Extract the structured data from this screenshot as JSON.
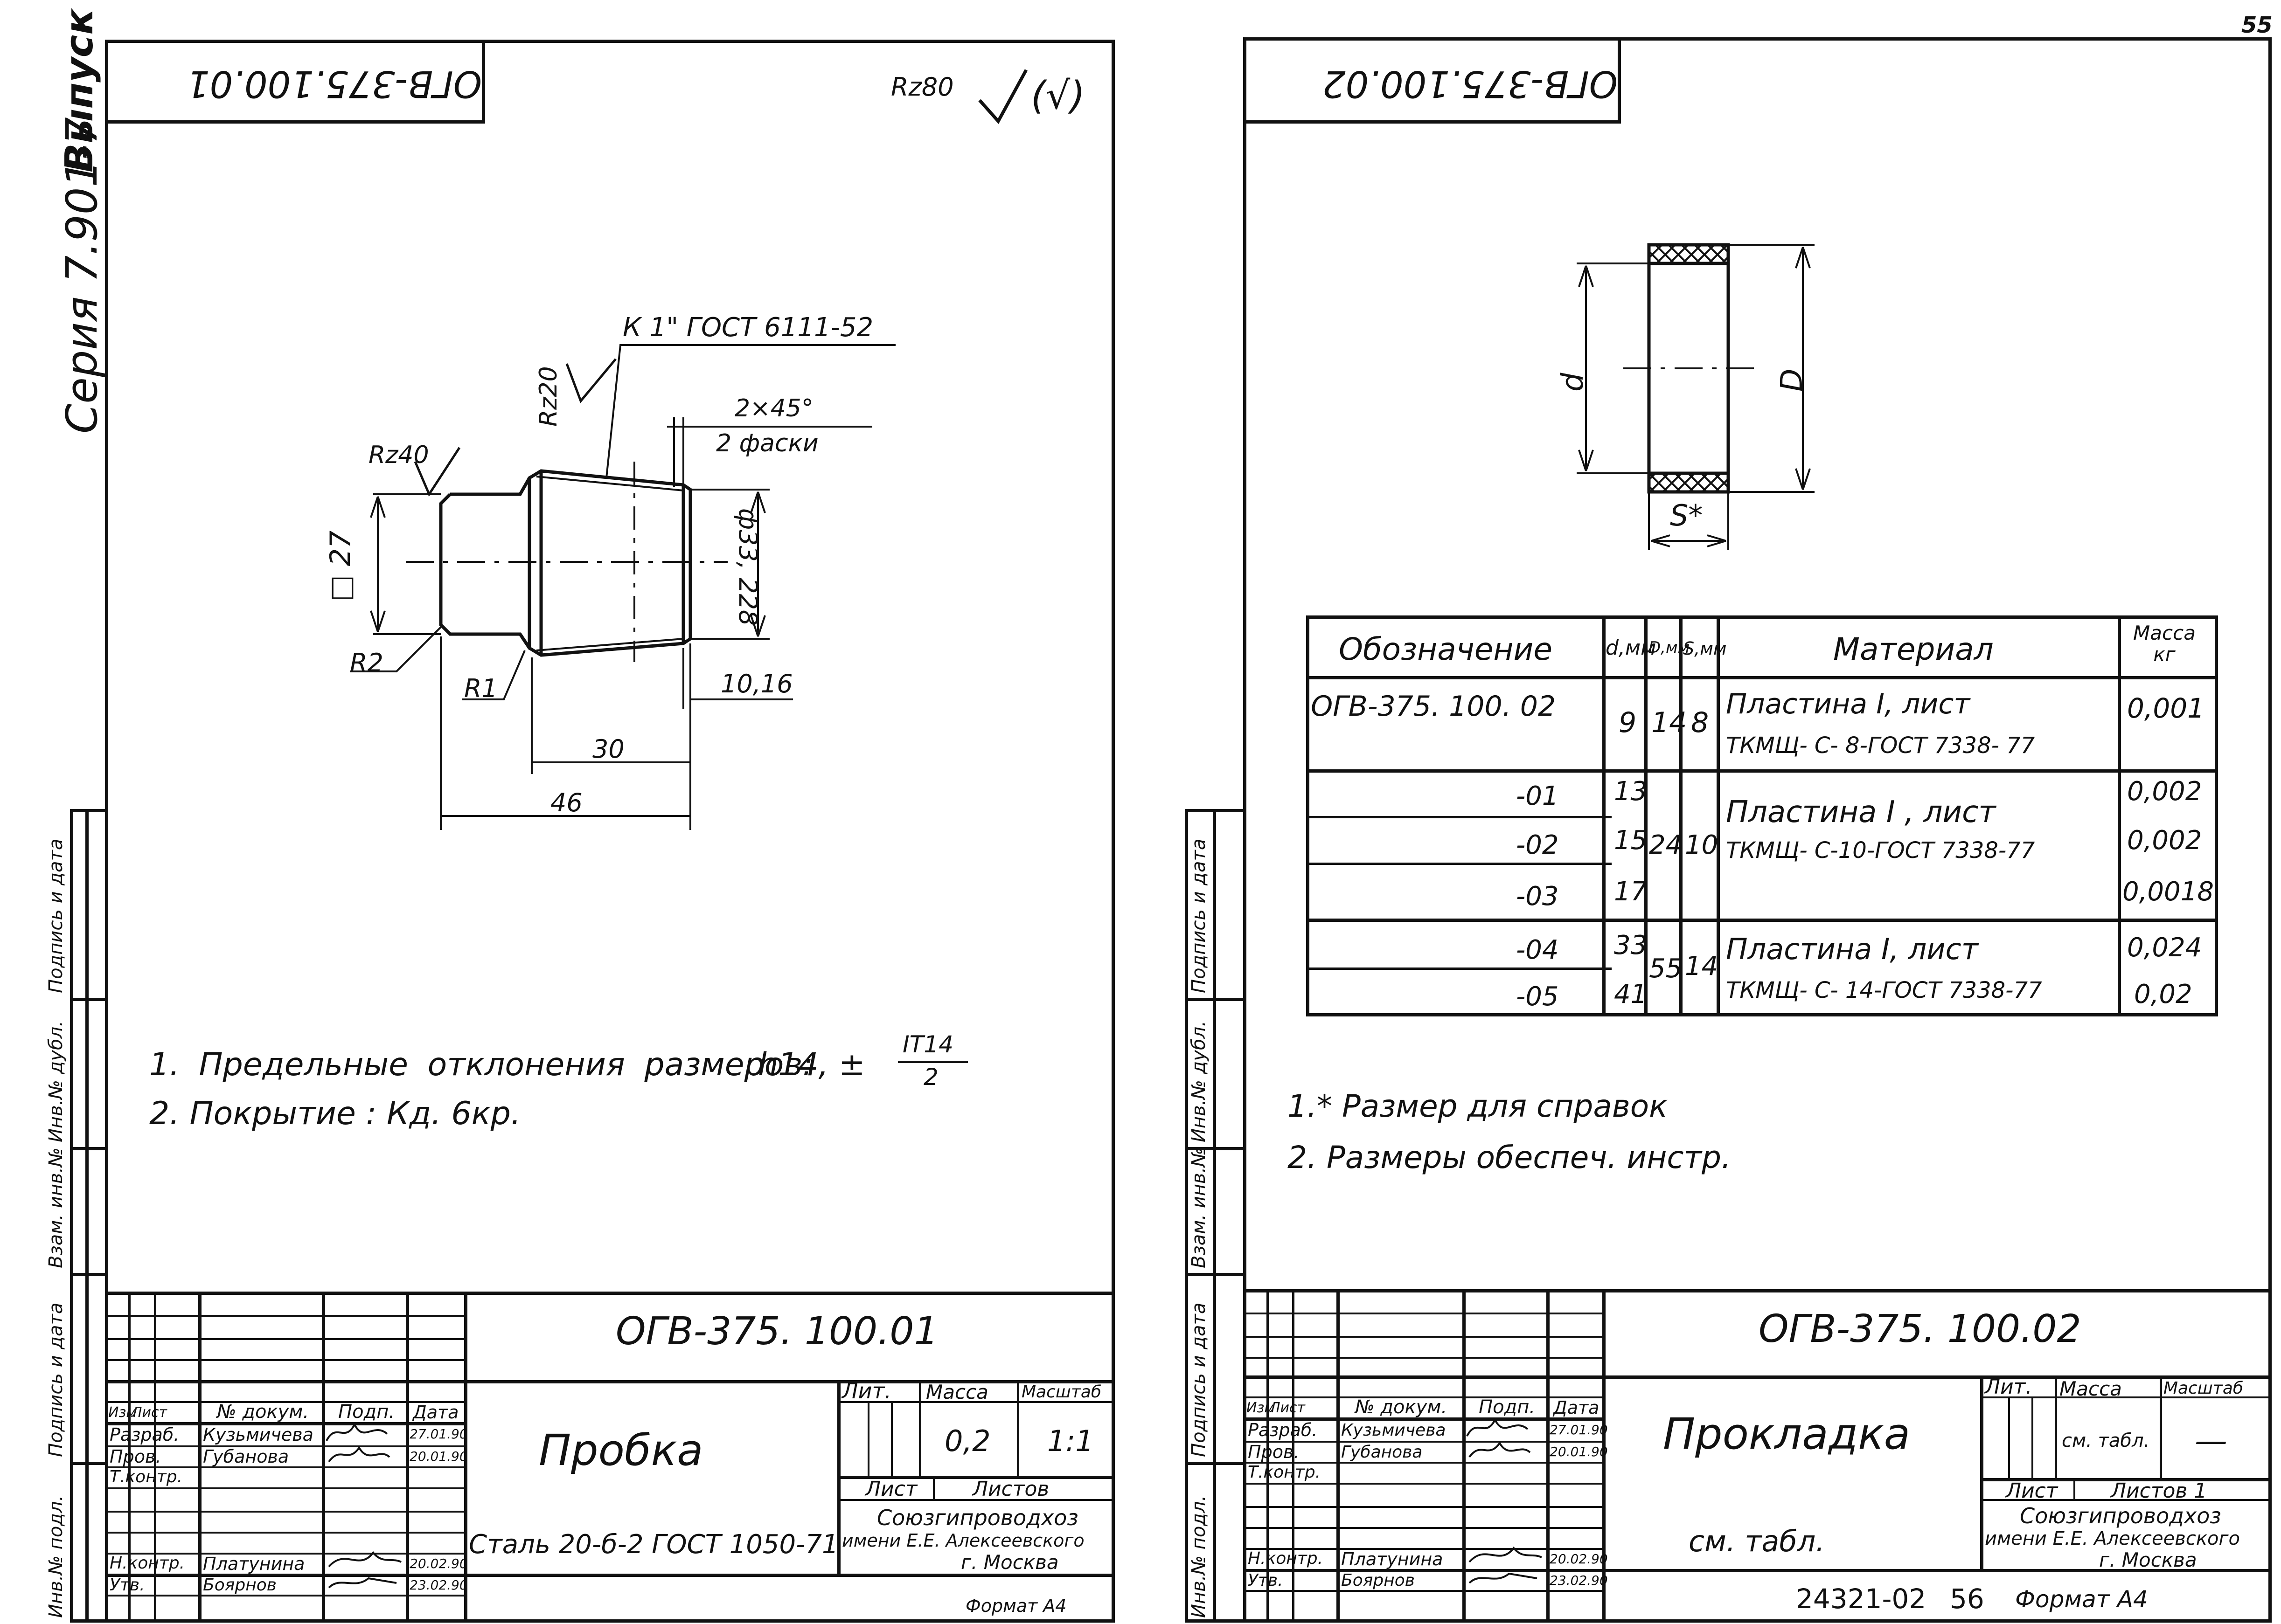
{
  "page_number": "55",
  "series": {
    "seriya": "Серия 7.901-7",
    "vypusk": "Выпуск 1"
  },
  "left_sheet": {
    "header_code": "ОГВ-375.100.01",
    "roughness_general": "Rz80",
    "roughness_paren": "(√)",
    "dims": {
      "thread": "К 1\" ГОСТ 6111-52",
      "rz20": "Rz20",
      "rz40": "Rz40",
      "chamfer": "2×45°",
      "chamfer_count": "2 фаски",
      "square": "□ 27",
      "diameter": "ф33, 228",
      "r2": "R2",
      "r1": "R1",
      "d1016": "10,16",
      "d30": "30",
      "d46": "46"
    },
    "notes": {
      "n1": "1. Предельные отклонения размеров:",
      "n1_tol": "h14, ±",
      "n1_frac_num": "IT14",
      "n1_frac_den": "2",
      "n2": "2. Покрытие : Кд. 6кр."
    },
    "title_block": {
      "code": "ОГВ-375. 100.01",
      "name": "Пробка",
      "material": "Сталь 20-б-2 ГОСТ 1050-71",
      "lit_label": "Лит.",
      "massa_label": "Масса",
      "masshtab_label": "Масштаб",
      "massa_value": "0,2",
      "masshtab_value": "1:1",
      "list_label": "Лист",
      "listov_label": "Листов",
      "org1": "Союзгипроводхоз",
      "org2": "имени Е.Е. Алексеевского",
      "org3": "г. Москва",
      "format": "Формат А4",
      "headers": [
        "Изм",
        "Лист",
        "№ докум.",
        "Подп.",
        "Дата"
      ],
      "rows": [
        {
          "role": "Разраб.",
          "name": "Кузьмичева",
          "date": "27.01.90"
        },
        {
          "role": "Пров.",
          "name": "Губанова",
          "date": "20.01.90"
        },
        {
          "role": "Т.контр.",
          "name": "",
          "date": ""
        },
        {
          "role": "Н.контр.",
          "name": "Платунина",
          "date": "20.02.90"
        },
        {
          "role": "Утв.",
          "name": "Боярнов",
          "date": "23.02.90"
        }
      ]
    }
  },
  "right_sheet": {
    "header_code": "ОГВ-375.100.02",
    "dims": {
      "d": "d",
      "D": "D",
      "S": "S*"
    },
    "table": {
      "headers": [
        "Обозначение",
        "d,мм",
        "D,мм",
        "S,мм",
        "Материал",
        "Масса кг"
      ],
      "rows": [
        {
          "oboz": "ОГВ-375. 100. 02",
          "d": "9",
          "D": "14",
          "S": "8",
          "mat1": "Пластина I, лист",
          "mat2": "ТКМЩ- С- 8-ГОСТ 7338- 77",
          "m": "0,001"
        },
        {
          "oboz": "-01",
          "d": "13",
          "m": "0,002"
        },
        {
          "oboz": "-02",
          "d": "15",
          "D": "24",
          "S": "10",
          "mat1": "Пластина I , лист",
          "mat2": "ТКМЩ- С-10-ГОСТ 7338-77",
          "m": "0,002"
        },
        {
          "oboz": "-03",
          "d": "17",
          "m": "0,0018"
        },
        {
          "oboz": "-04",
          "d": "33",
          "m": "0,024"
        },
        {
          "oboz": "-05",
          "d": "41",
          "D": "55",
          "S": "14",
          "mat1": "Пластина I, лист",
          "mat2": "ТКМЩ- С- 14-ГОСТ 7338-77",
          "m": "0,02"
        }
      ]
    },
    "notes": {
      "n1": "1.* Размер для справок",
      "n2": "2. Размеры обеспеч. инстр."
    },
    "title_block": {
      "code": "ОГВ-375. 100.02",
      "name": "Прокладка",
      "material": "см. табл.",
      "lit_label": "Лит.",
      "massa_label": "Масса",
      "masshtab_label": "Масштаб",
      "massa_value": "см. табл.",
      "masshtab_value": "—",
      "list_label": "Лист",
      "listov_label": "Листов 1",
      "org1": "Союзгипроводхоз",
      "org2": "имени Е.Е. Алексеевского",
      "org3": "г. Москва",
      "format": "Формат А4",
      "sheet_no": "56",
      "archive": "24321-02",
      "headers": [
        "Изм",
        "Лист",
        "№ докум.",
        "Подп.",
        "Дата"
      ],
      "rows": [
        {
          "role": "Разраб.",
          "name": "Кузьмичева",
          "date": "27.01.90"
        },
        {
          "role": "Пров.",
          "name": "Губанова",
          "date": "20.01.90"
        },
        {
          "role": "Т.контр.",
          "name": "",
          "date": ""
        },
        {
          "role": "Н.контр.",
          "name": "Платунина",
          "date": "20.02.90"
        },
        {
          "role": "Утв.",
          "name": "Боярнов",
          "date": "23.02.90"
        }
      ]
    }
  },
  "side_stamp": [
    "Подпись и дата",
    "Инв.№ дубл.",
    "Взам. инв.№",
    "Подпись и дата",
    "Инв.№ подл."
  ]
}
